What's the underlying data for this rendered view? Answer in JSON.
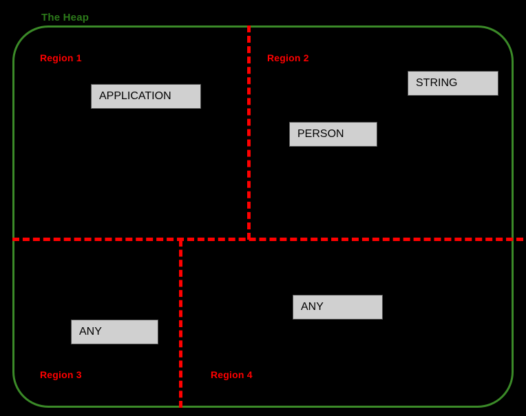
{
  "diagram": {
    "title": "The Heap",
    "background_color": "#000000",
    "container": {
      "label": "The Heap",
      "border_color": "#3b8a28",
      "label_color": "#2c7a1a"
    },
    "divider_color": "#ff0000",
    "region_label_color": "#ff0000",
    "box_fill_color": "#d0d0d0",
    "box_border_color": "#555555",
    "regions": [
      {
        "id": "region-1",
        "label": "Region 1"
      },
      {
        "id": "region-2",
        "label": "Region 2"
      },
      {
        "id": "region-3",
        "label": "Region 3"
      },
      {
        "id": "region-4",
        "label": "Region 4"
      }
    ],
    "objects": [
      {
        "id": "application",
        "label": "APPLICATION",
        "region": "Region 1"
      },
      {
        "id": "string",
        "label": "STRING",
        "region": "Region 2"
      },
      {
        "id": "person",
        "label": "PERSON",
        "region": "Region 2"
      },
      {
        "id": "any-r3",
        "label": "ANY",
        "region": "Region 3"
      },
      {
        "id": "any-r4",
        "label": "ANY",
        "region": "Region 4"
      }
    ]
  }
}
